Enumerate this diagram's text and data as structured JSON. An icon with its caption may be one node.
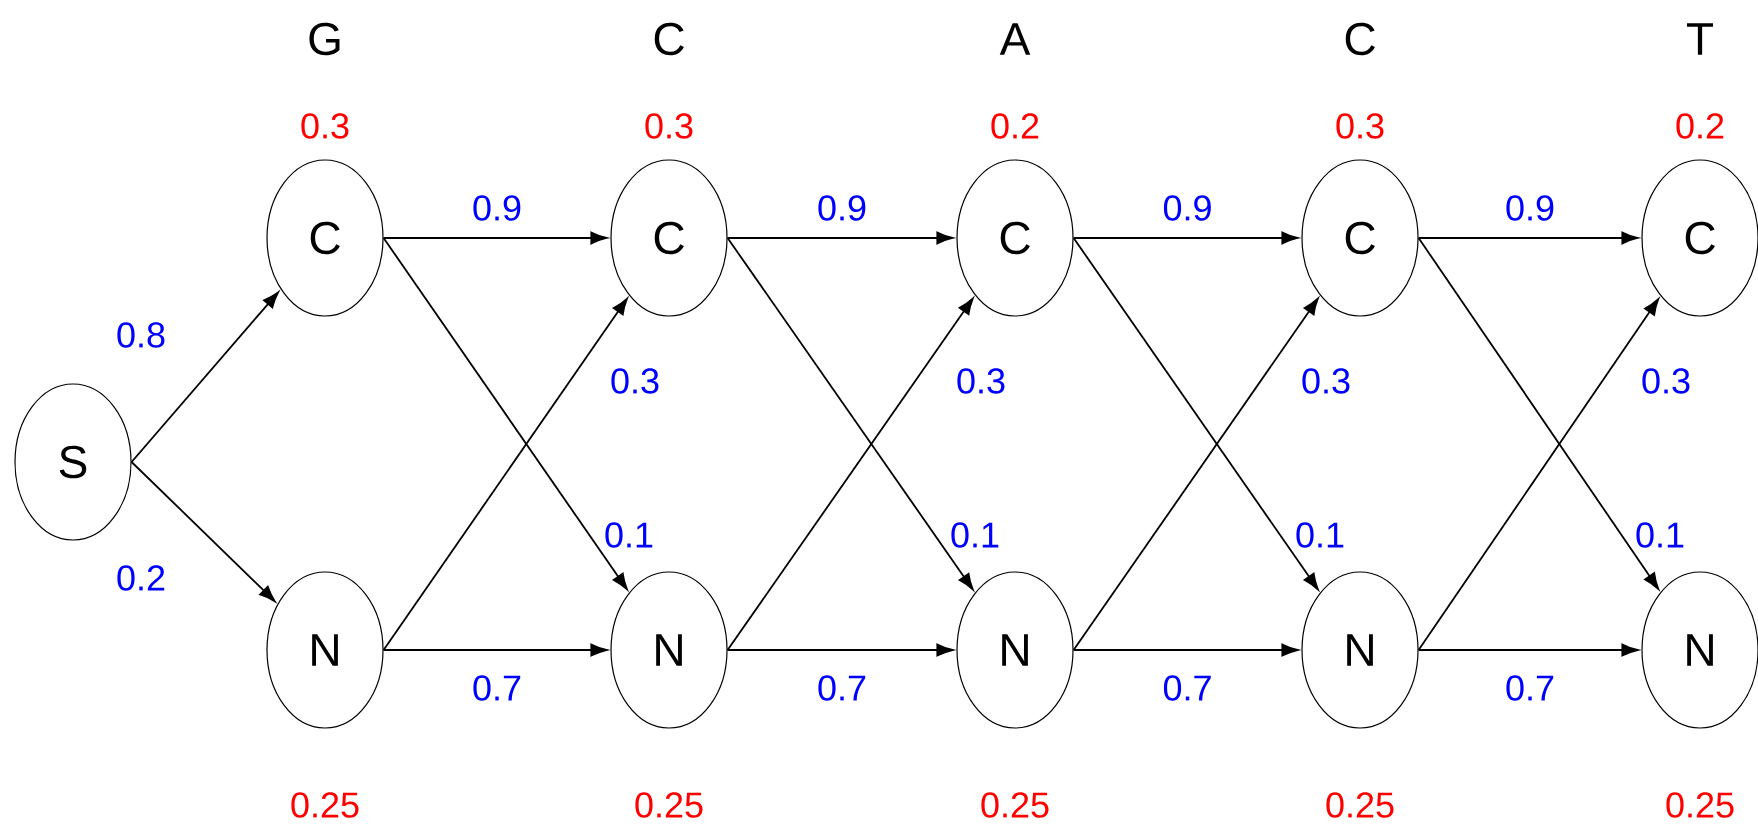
{
  "diagram": {
    "nodes": [
      {
        "text": [
          "S"
        ]
      },
      {
        "text": [
          "C"
        ],
        "beside": [
          "0.3"
        ]
      },
      {
        "text": [
          "C"
        ],
        "beside": [
          "0.3"
        ]
      },
      {
        "text": [
          "C"
        ],
        "beside": [
          "0.2"
        ]
      },
      {
        "text": [
          "C"
        ],
        "beside": [
          "0.3"
        ]
      },
      {
        "text": [
          "C"
        ],
        "beside": [
          "0.2"
        ]
      },
      {
        "text": [
          "N"
        ],
        "beside": [
          "0.25"
        ]
      },
      {
        "text": [
          "N"
        ],
        "beside": [
          "0.25"
        ]
      },
      {
        "text": [
          "N"
        ],
        "beside": [
          "0.25"
        ]
      },
      {
        "text": [
          "N"
        ],
        "beside": [
          "0.25"
        ]
      },
      {
        "text": [
          "N"
        ],
        "beside": [
          "0.25"
        ]
      }
    ],
    "edges": [
      {
        "from": 0,
        "to": 1,
        "arrow": "to",
        "label": "0.8"
      },
      {
        "from": 0,
        "to": 6,
        "arrow": "to",
        "label": "0.2"
      },
      {
        "from": 1,
        "to": 2,
        "arrow": "to",
        "label": "0.9"
      },
      {
        "from": 1,
        "to": 7,
        "arrow": "to",
        "label": "0.1"
      },
      {
        "from": 6,
        "to": 2,
        "arrow": "to",
        "label": "0.3"
      },
      {
        "from": 6,
        "to": 7,
        "arrow": "to",
        "label": "0.7"
      },
      {
        "from": 2,
        "to": 3,
        "arrow": "to",
        "label": "0.9"
      },
      {
        "from": 2,
        "to": 8,
        "arrow": "to",
        "label": "0.1"
      },
      {
        "from": 7,
        "to": 3,
        "arrow": "to",
        "label": "0.3"
      },
      {
        "from": 7,
        "to": 8,
        "arrow": "to",
        "label": "0.7"
      },
      {
        "from": 3,
        "to": 4,
        "arrow": "to",
        "label": "0.9"
      },
      {
        "from": 3,
        "to": 9,
        "arrow": "to",
        "label": "0.1"
      },
      {
        "from": 8,
        "to": 4,
        "arrow": "to",
        "label": "0.3"
      },
      {
        "from": 8,
        "to": 9,
        "arrow": "to",
        "label": "0.7"
      },
      {
        "from": 4,
        "to": 5,
        "arrow": "to",
        "label": "0.9"
      },
      {
        "from": 4,
        "to": 10,
        "arrow": "to",
        "label": "0.1"
      },
      {
        "from": 9,
        "to": 5,
        "arrow": "to",
        "label": "0.3"
      },
      {
        "from": 9,
        "to": 10,
        "arrow": "to",
        "label": "0.7"
      }
    ],
    "labels": [
      "G",
      "C",
      "A",
      "C",
      "T"
    ]
  }
}
